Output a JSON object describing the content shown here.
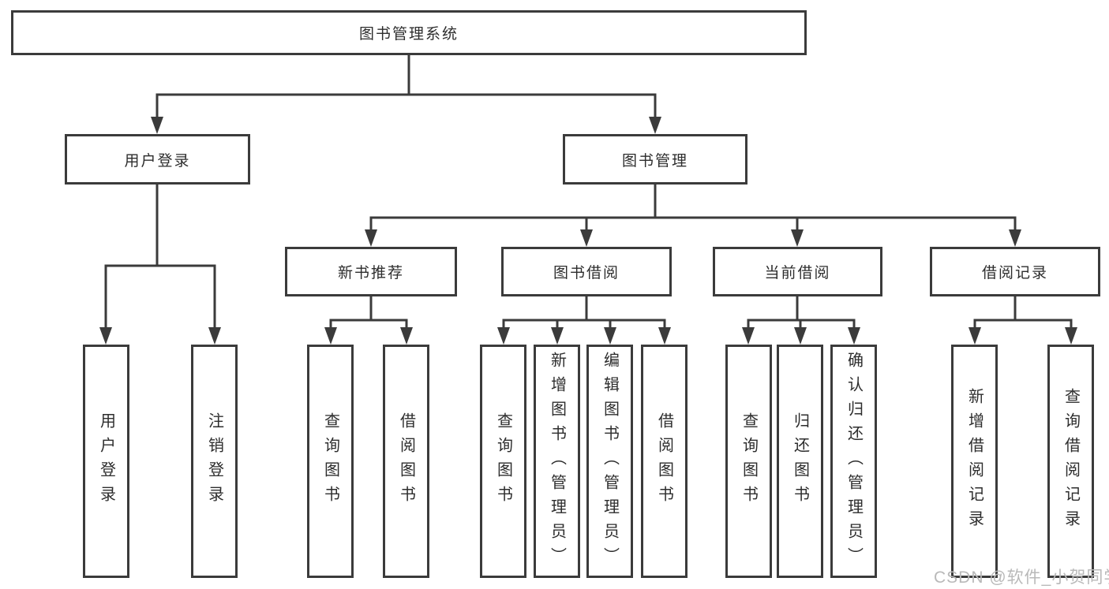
{
  "tree": {
    "label": "图书管理系统",
    "children": [
      {
        "label": "用户登录",
        "children": [
          {
            "label": "用户登录"
          },
          {
            "label": "注销登录"
          }
        ]
      },
      {
        "label": "图书管理",
        "children": [
          {
            "label": "新书推荐",
            "children": [
              {
                "label": "查询图书"
              },
              {
                "label": "借阅图书"
              }
            ]
          },
          {
            "label": "图书借阅",
            "children": [
              {
                "label": "查询图书"
              },
              {
                "label": "新增图书（管理员）"
              },
              {
                "label": "编辑图书（管理员）"
              },
              {
                "label": "借阅图书"
              }
            ]
          },
          {
            "label": "当前借阅",
            "children": [
              {
                "label": "查询图书"
              },
              {
                "label": "归还图书"
              },
              {
                "label": "确认归还（管理员）"
              }
            ]
          },
          {
            "label": "借阅记录",
            "children": [
              {
                "label": "新增借阅记录"
              },
              {
                "label": "查询借阅记录"
              }
            ]
          }
        ]
      }
    ]
  },
  "watermark": "CSDN @软件_小贺同学",
  "colors": {
    "line": "#3b3b3b",
    "text": "#2d2d2d",
    "box_background": "#ffffff",
    "watermark": "#b9b9b9"
  }
}
